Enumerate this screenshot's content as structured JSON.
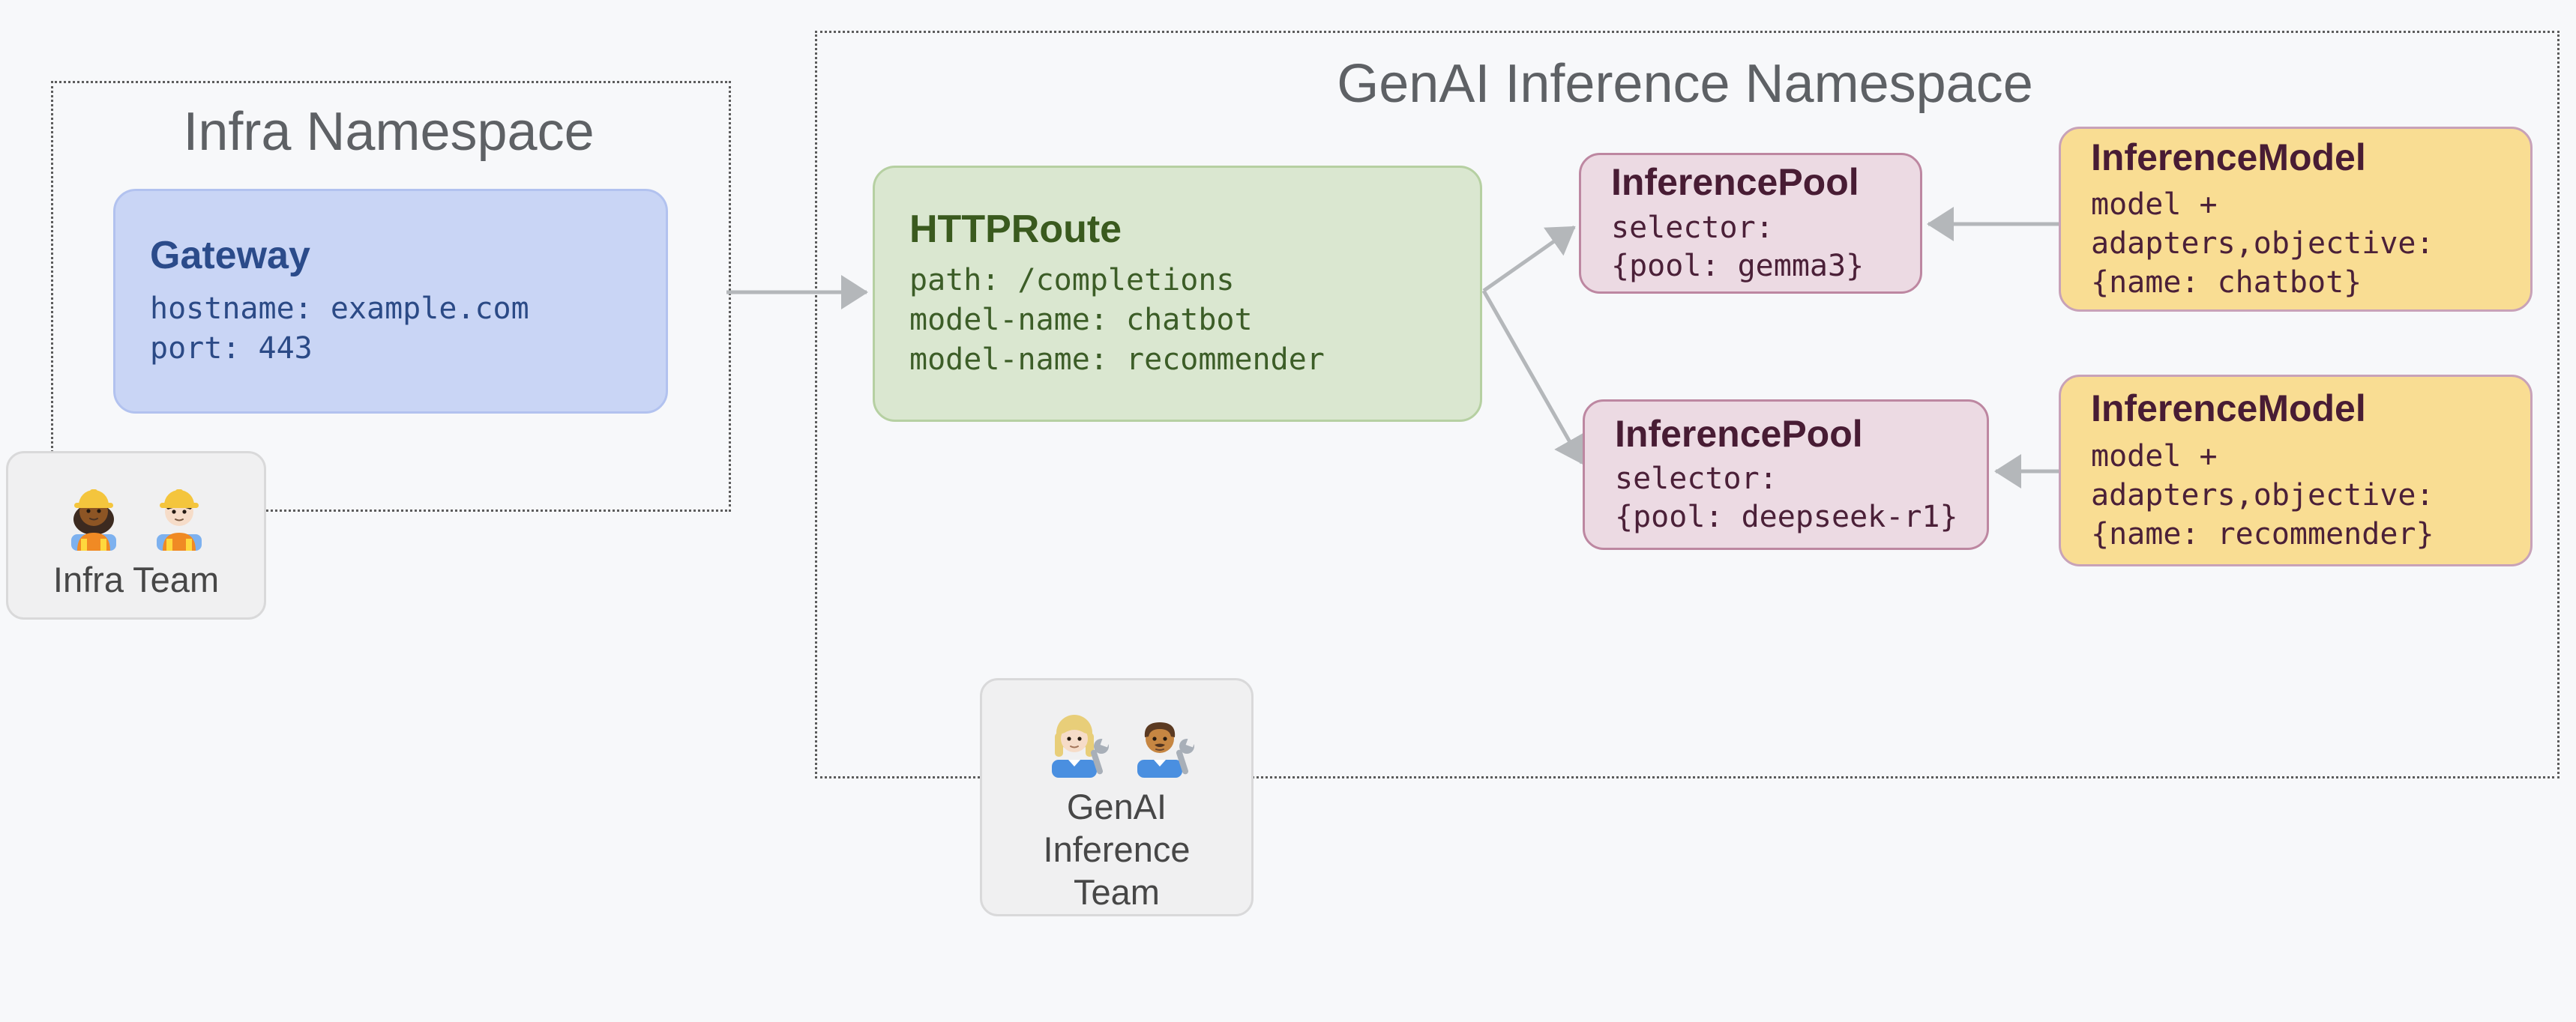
{
  "namespaces": {
    "infra": {
      "title": "Infra Namespace"
    },
    "genai": {
      "title": "GenAI Inference Namespace"
    }
  },
  "nodes": {
    "gateway": {
      "title": "Gateway",
      "lines": [
        "hostname: example.com",
        "port: 443"
      ]
    },
    "httproute": {
      "title": "HTTPRoute",
      "lines": [
        "path: /completions",
        "model-name: chatbot",
        "model-name: recommender"
      ]
    },
    "pool_gemma3": {
      "title": "InferencePool",
      "lines": [
        "selector:",
        "{pool: gemma3}"
      ]
    },
    "pool_deepseek": {
      "title": "InferencePool",
      "lines": [
        "selector:",
        "{pool: deepseek-r1}"
      ]
    },
    "model_chatbot": {
      "title": "InferenceModel",
      "lines": [
        "model +",
        "adapters,objective:",
        "{name: chatbot}"
      ]
    },
    "model_recommender": {
      "title": "InferenceModel",
      "lines": [
        "model +",
        "adapters,objective:",
        "{name: recommender}"
      ]
    }
  },
  "teams": {
    "infra": {
      "label": "Infra Team",
      "icons": [
        "woman-construction-worker",
        "man-construction-worker"
      ]
    },
    "genai": {
      "label_lines": [
        "GenAI",
        "Inference",
        "Team"
      ],
      "icons": [
        "woman-mechanic",
        "man-mechanic"
      ]
    }
  },
  "edges": [
    {
      "from": "gateway",
      "to": "httproute"
    },
    {
      "from": "httproute",
      "to": "inference-pool-gemma3"
    },
    {
      "from": "httproute",
      "to": "inference-pool-deepseek-r1"
    },
    {
      "from": "inference-model-chatbot",
      "to": "inference-pool-gemma3"
    },
    {
      "from": "inference-model-recommender",
      "to": "inference-pool-deepseek-r1"
    }
  ],
  "colors": {
    "background": "#f7f8fa",
    "arrow": "#b4b7ba",
    "namespace_border": "#5c5c5c",
    "namespace_title": "#5e6165",
    "gateway_fill": "#c9d5f5",
    "gateway_border": "#b2c2ef",
    "gateway_text": "#2b4b8a",
    "httproute_fill": "#dae7d0",
    "httproute_border": "#b6d0a2",
    "httproute_text": "#3b5c23",
    "pool_fill": "#ecdae3",
    "pool_border": "#bd87a1",
    "model_fill": "#f9dd93",
    "model_border": "#c8a2b8",
    "pool_model_text": "#481c34",
    "team_fill": "#f0f0f1",
    "team_border": "#d9d9da",
    "team_text": "#474747"
  }
}
